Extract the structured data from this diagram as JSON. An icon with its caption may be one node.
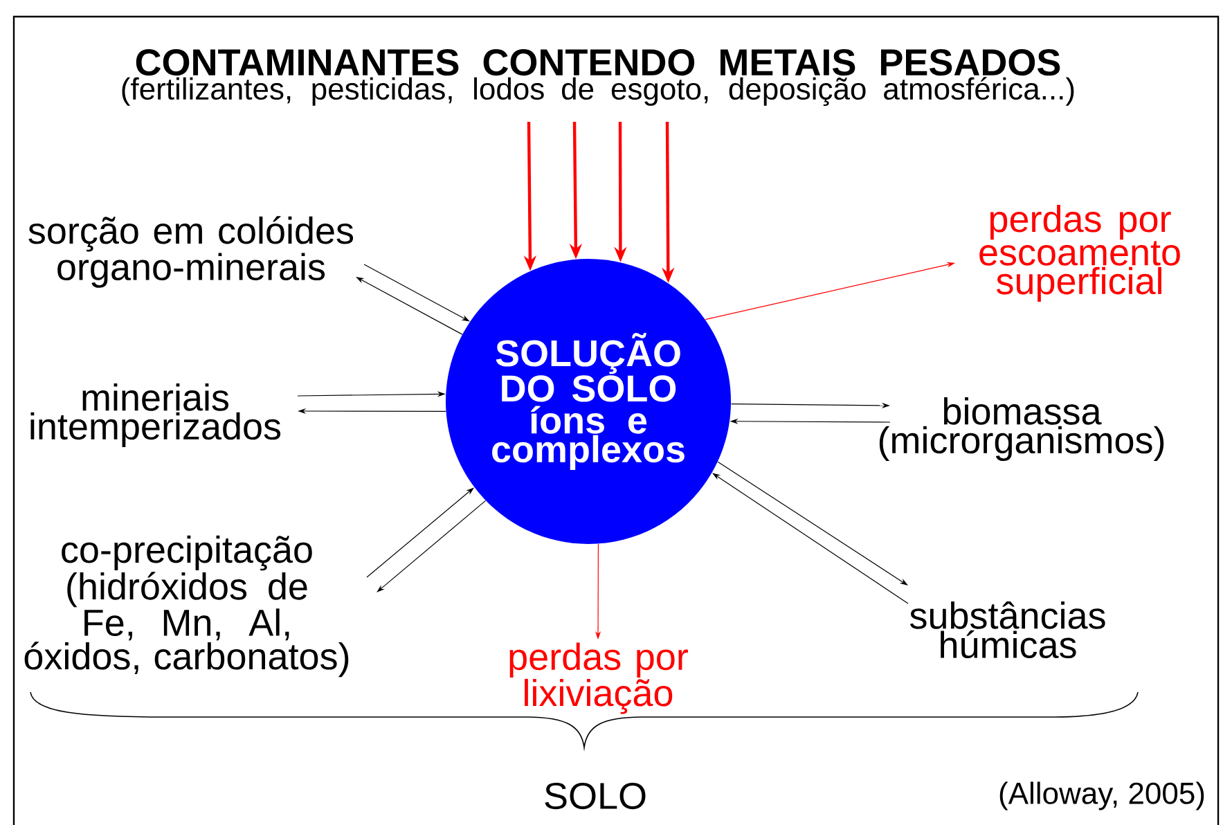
{
  "diagram": {
    "nodes": [
      {
        "text": [
          "CONTAMINANTES CONTENDO METAIS PESADOS",
          "(fertilizantes, pesticidas, lodos de esgoto, deposição atmosférica...)"
        ]
      },
      {
        "text": [
          "SOLUÇÃO DO SOLO",
          "íons e complexos"
        ]
      },
      {
        "text": [
          "sorção em colóides organo-minerais"
        ]
      },
      {
        "text": [
          "mineriais intemperizados"
        ]
      },
      {
        "text": [
          "co-precipitação (hidróxidos de Fe, Mn, Al, óxidos, carbonatos)"
        ]
      },
      {
        "text": [
          "perdas por escoamento superficial"
        ]
      },
      {
        "text": [
          "biomassa (microrganismos)"
        ]
      },
      {
        "text": [
          "substâncias húmicas"
        ]
      },
      {
        "text": [
          "perdas por lixiviação"
        ]
      }
    ],
    "edges": [
      {
        "from": 0,
        "to": 1,
        "arrow": "to",
        "style": "thick",
        "color": "#ff0000"
      },
      {
        "from": 0,
        "to": 1,
        "arrow": "to",
        "style": "thick",
        "color": "#ff0000"
      },
      {
        "from": 0,
        "to": 1,
        "arrow": "to",
        "style": "thick",
        "color": "#ff0000"
      },
      {
        "from": 0,
        "to": 1,
        "arrow": "to",
        "style": "thick",
        "color": "#ff0000"
      },
      {
        "from": 2,
        "to": 1,
        "arrow": "to"
      },
      {
        "from": 1,
        "to": 2,
        "arrow": "to"
      },
      {
        "from": 3,
        "to": 1,
        "arrow": "to"
      },
      {
        "from": 1,
        "to": 3,
        "arrow": "to"
      },
      {
        "from": 4,
        "to": 1,
        "arrow": "to"
      },
      {
        "from": 1,
        "to": 4,
        "arrow": "to"
      },
      {
        "from": 1,
        "to": 5,
        "arrow": "to",
        "color": "#ff0000"
      },
      {
        "from": 1,
        "to": 6,
        "arrow": "to"
      },
      {
        "from": 6,
        "to": 1,
        "arrow": "to"
      },
      {
        "from": 1,
        "to": 7,
        "arrow": "to"
      },
      {
        "from": 7,
        "to": 1,
        "arrow": "to"
      },
      {
        "from": 1,
        "to": 8,
        "arrow": "to",
        "color": "#ff0000"
      }
    ],
    "labels": [
      "SOLO",
      "(Alloway, 2005)"
    ]
  }
}
